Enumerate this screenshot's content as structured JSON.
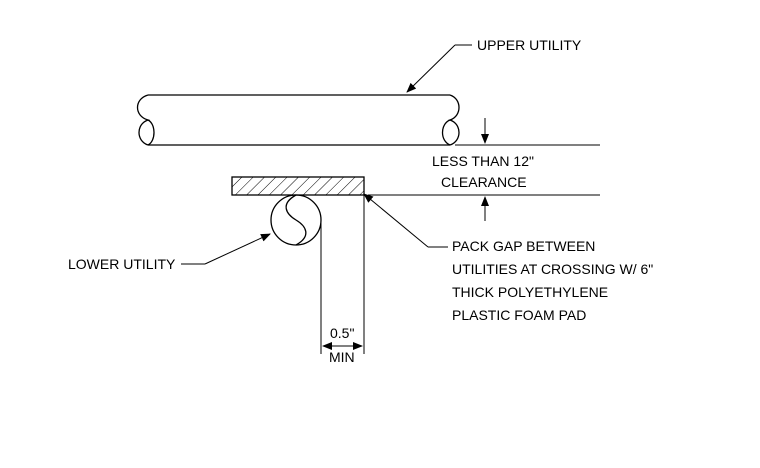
{
  "labels": {
    "upper_utility": "UPPER UTILITY",
    "clearance_line1": "LESS THAN 12\"",
    "clearance_line2": "CLEARANCE",
    "lower_utility": "LOWER UTILITY",
    "pack_line1": "PACK GAP BETWEEN",
    "pack_line2": "UTILITIES AT CROSSING W/ 6\"",
    "pack_line3": "THICK POLYETHYLENE",
    "pack_line4": "PLASTIC FOAM PAD",
    "min_dim": "0.5\"",
    "min_label": "MIN"
  }
}
